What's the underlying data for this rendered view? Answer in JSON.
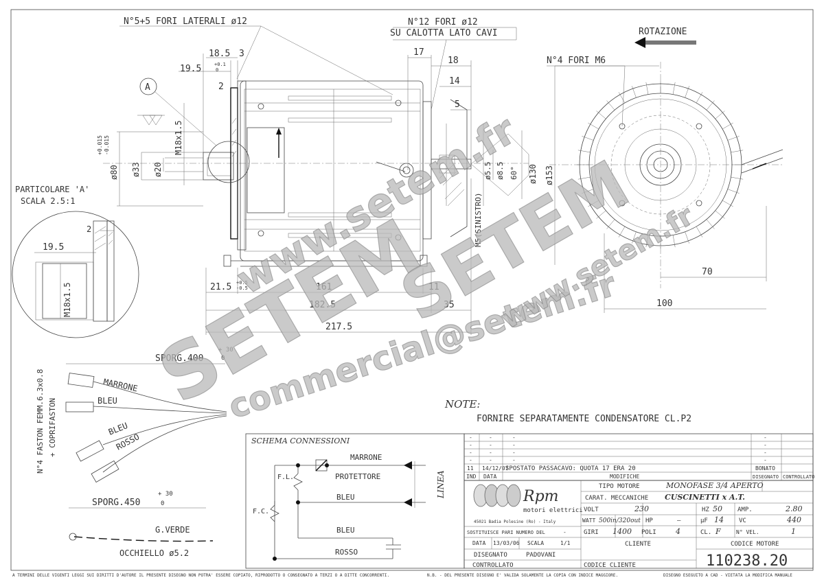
{
  "drawing": {
    "top_note_left": "N°5+5 FORI LATERALI ø12",
    "top_note_mid_1": "N°12 FORI ø12",
    "top_note_mid_2": "SU CALOTTA LATO CAVI",
    "rotation_label": "ROTAZIONE",
    "holes_m6": "N°4 FORI M6",
    "detail_marker": "A",
    "detail_caption_1": "PARTICOLARE 'A'",
    "detail_caption_2": "SCALA 2.5:1",
    "dims": {
      "d18_5": "18.5",
      "d3": "3",
      "d19_5": "19.5",
      "tol_01": "+0.1",
      "tol_0": "0",
      "d2": "2",
      "d17": "17",
      "d18": "18",
      "d14": "14",
      "d5": "5",
      "m18": "M18x1.5",
      "d80": "ø80",
      "tol80a": "+0.015",
      "tol80b": "-0.015",
      "d33": "ø33",
      "d20": "ø20",
      "d5_5": "ø5.5",
      "d8_5": "ø8.5",
      "d60": "60°",
      "d130": "ø130",
      "m5": "M5(SINISTRO)",
      "d153": "ø153",
      "d70": "70",
      "d100": "100",
      "d21_5": "21.5",
      "tol215a": "+0.5",
      "tol215b": "-0.5",
      "d161": "161",
      "d11": "11",
      "d182_5": "182.5",
      "d35": "35",
      "d217_5": "217.5",
      "detail_d2": "2",
      "detail_d19_5": "19.5",
      "detail_m18": "M18x1.5"
    },
    "leads": {
      "sporg_400": "SPORG.400",
      "tol400a": "+ 30",
      "tol400b": "0",
      "marrone": "MARRONE",
      "bleu_1": "BLEU",
      "bleu_2": "BLEU",
      "rosso": "ROSSO",
      "faston_1": "N°4 FASTON FEMM.6.3x0.8",
      "faston_2": "+ COPRIFASTON",
      "sporg_450": "SPORG.450",
      "tol450a": "+ 30",
      "tol450b": "0",
      "g_verde": "G.VERDE",
      "occhiello": "OCCHIELLO ø5.2"
    },
    "notes_title": "NOTE:",
    "notes_text": "FORNIRE SEPARATAMENTE CONDENSATORE CL.P2"
  },
  "schema": {
    "title": "SCHEMA CONNESSIONI",
    "marrone": "MARRONE",
    "protettore": "PROTETTORE",
    "bleu_1": "BLEU",
    "bleu_2": "BLEU",
    "rosso": "ROSSO",
    "fl": "F.L.",
    "fc": "F.C.",
    "linea": "LINEA"
  },
  "revisions": {
    "rows": [
      {
        "ind": "-",
        "data": "-",
        "mod": "-",
        "dis": "-"
      },
      {
        "ind": "-",
        "data": "-",
        "mod": "-",
        "dis": "-"
      },
      {
        "ind": "-",
        "data": "-",
        "mod": "-",
        "dis": "-"
      },
      {
        "ind": "-",
        "data": "-",
        "mod": "-",
        "dis": "-"
      },
      {
        "ind": "11",
        "data": "14/12/07",
        "mod": "SPOSTATO PASSACAVO: QUOTA 17 ERA 20",
        "dis": "BONATO"
      }
    ],
    "head_ind": "IND",
    "head_data": "DATA",
    "head_mod": "MODIFICHE",
    "head_dis": "DISEGNATO",
    "head_ctrl": "CONTROLLATO"
  },
  "title_block": {
    "logo_text": "Rpm",
    "logo_sub": "motori elettrici",
    "address": "45021 Badia Polesine (Ro) - Italy",
    "tipo_label": "TIPO MOTORE",
    "tipo_value": "MONOFASE 3/4 APERTO",
    "carat_label": "CARAT. MECCANICHE",
    "carat_value": "CUSCINETTI x A.T.",
    "volt_label": "VOLT",
    "volt_value": "230",
    "hz_label": "HZ",
    "hz_value": "50",
    "amp_label": "AMP.",
    "amp_value": "2.80",
    "watt_label": "WATT",
    "watt_value": "500in/320out",
    "hp_label": "HP",
    "hp_value": "—",
    "uf_label": "µF",
    "uf_value": "14",
    "vc_label": "VC",
    "vc_value": "440",
    "giri_label": "GIRI",
    "giri_value": "1400",
    "poli_label": "POLI",
    "poli_value": "4",
    "cl_label": "CL.",
    "cl_value": "F",
    "nvel_label": "N° VEL.",
    "nvel_value": "1",
    "sost_label": "SOSTITUISCE PARI NUMERO DEL",
    "sost_value": "-",
    "data_label": "DATA",
    "data_value": "13/03/06",
    "scala_label": "SCALA",
    "scala_value": "1/1",
    "cliente_label": "CLIENTE",
    "disegnato_label": "DISEGNATO",
    "disegnato_value": "PADOVANI",
    "controllato_label": "CONTROLLATO",
    "codice_cliente_label": "CODICE CLIENTE",
    "codice_motore_label": "CODICE MOTORE",
    "codice_motore_value": "110238.20"
  },
  "footer": {
    "left": "A TERMINI DELLE VIGENTI LEGGI SUI DIRITTI D'AUTORE IL PRESENTE DISEGNO NON POTRA' ESSERE COPIATO, RIPRODOTTO O CONSEGNATO A TERZI O A DITTE CONCORRENTI.",
    "mid": "N.B. - DEL PRESENTE DISEGNO E' VALIDA SOLAMENTE LA COPIA CON INDICE MAGGIORE.",
    "right": "DISEGNO ESEGUITO A CAD - VIETATA LA MODIFICA MANUALE"
  },
  "watermarks": {
    "url_1": "www.setem.fr",
    "brand_1": "SETEM",
    "brand_2": "SETEM",
    "email": "commercial@setem.fr",
    "url_2": "www.setem.fr"
  }
}
